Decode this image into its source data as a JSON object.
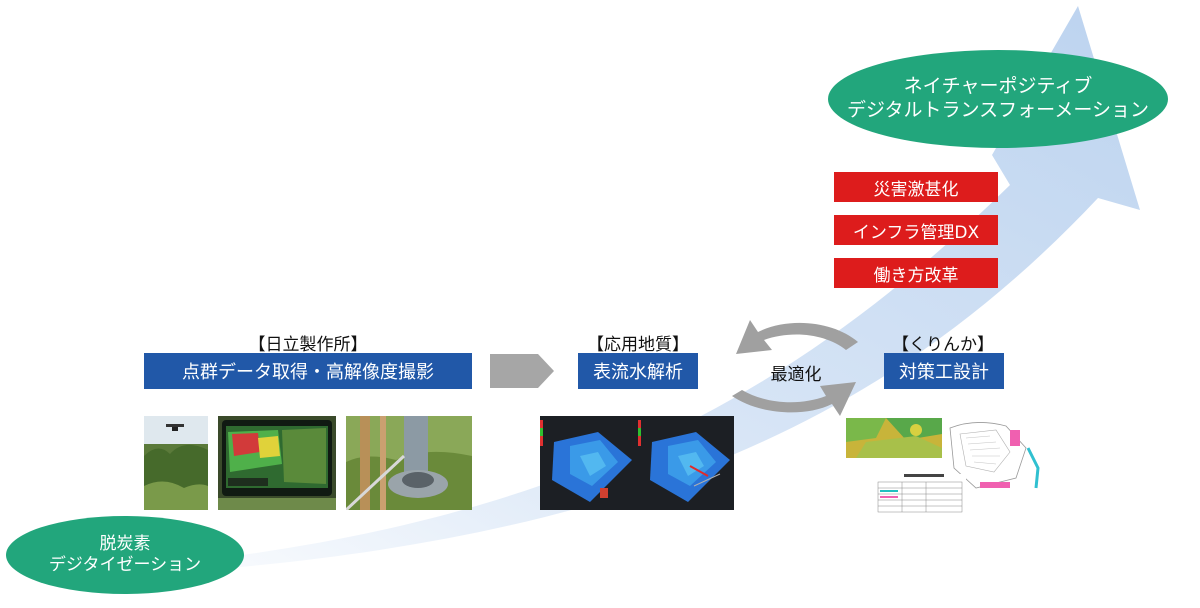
{
  "goal": {
    "line1": "ネイチャーポジティブ",
    "line2": "デジタルトランスフォーメーション"
  },
  "start": {
    "line1": "脱炭素",
    "line2": "デジタイゼーション"
  },
  "drivers": [
    "災害激甚化",
    "インフラ管理DX",
    "働き方改革"
  ],
  "orgs": {
    "hitachi": {
      "label": "【日立製作所】",
      "task": "点群データ取得・高解像度撮影"
    },
    "oyo": {
      "label": "【応用地質】",
      "task": "表流水解析"
    },
    "kurinka": {
      "label": "【くりんか】",
      "task": "対策工設計"
    }
  },
  "cycle_label": "最適化",
  "colors": {
    "arrow": "#c9dcf2",
    "ellipse": "#22a67c",
    "task_box": "#2158a8",
    "driver_box": "#dd1c1c",
    "connector": "#a6a6a6"
  }
}
